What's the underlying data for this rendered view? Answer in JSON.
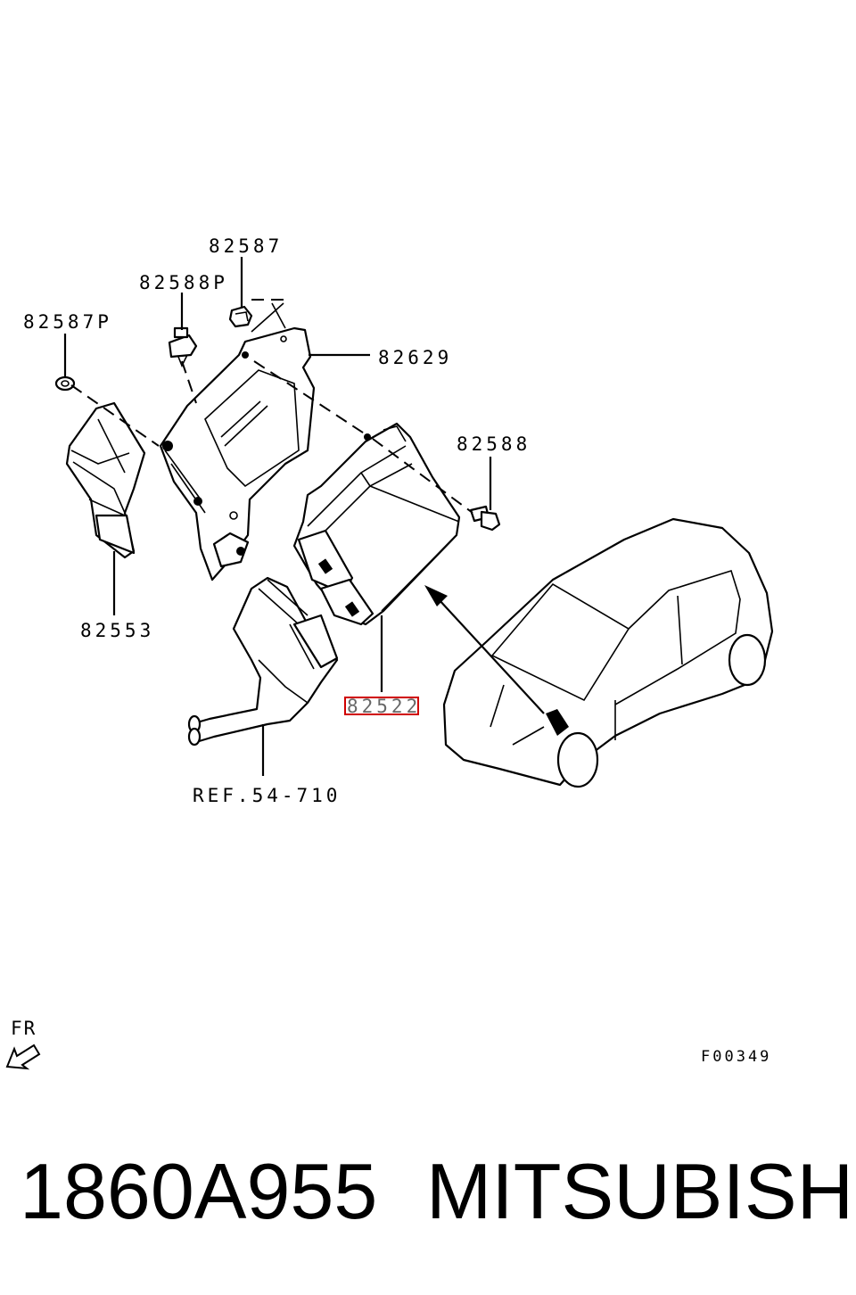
{
  "parts": {
    "p82587": "82587",
    "p82588P": "82588P",
    "p82587P": "82587P",
    "p82629": "82629",
    "p82588": "82588",
    "p82553": "82553",
    "p82522": "82522",
    "ref": "REF.54-710"
  },
  "direction_label": "FR",
  "figure_code": "F00349",
  "caption": {
    "part_number": "1860A955",
    "brand": "MITSUBISHI"
  },
  "colors": {
    "highlight": "#d00000",
    "ink": "#000000",
    "background": "#ffffff"
  }
}
